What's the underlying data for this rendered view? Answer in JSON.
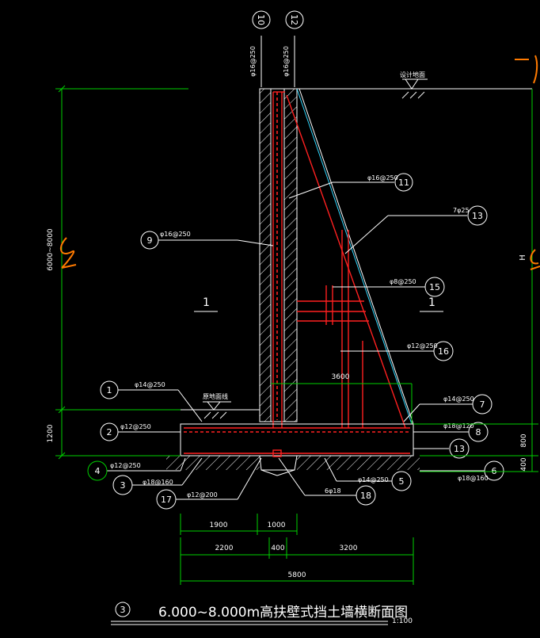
{
  "top_bubbles": [
    "10",
    "12"
  ],
  "top_notes": [
    "φ16@250",
    "φ16@250"
  ],
  "ground_top": "设计地面",
  "ground_low": "原地面线",
  "section_marks": [
    "1",
    "1"
  ],
  "bubbles": [
    {
      "n": "11",
      "note": "φ16@250"
    },
    {
      "n": "13",
      "note": "7φ25"
    },
    {
      "n": "9",
      "note": "φ16@250"
    },
    {
      "n": "15",
      "note": "φ8@250"
    },
    {
      "n": "16",
      "note": "φ12@250"
    },
    {
      "n": "1",
      "note": "φ14@250"
    },
    {
      "n": "7",
      "note": "φ14@250"
    },
    {
      "n": "2",
      "note": "φ12@250"
    },
    {
      "n": "8",
      "note": "φ18@120"
    },
    {
      "n": "13",
      "note": ""
    },
    {
      "n": "4",
      "note": "φ12@250"
    },
    {
      "n": "6",
      "note": "φ18@160"
    },
    {
      "n": "3",
      "note": "φ18@160"
    },
    {
      "n": "5",
      "note": "φ14@250"
    },
    {
      "n": "17",
      "note": "φ12@200"
    },
    {
      "n": "18",
      "note": "6φ18"
    }
  ],
  "dims": {
    "left_height": "6000~8000",
    "left_base": "1200",
    "rib_len": "3600",
    "right_h": "H",
    "right_800": "800",
    "right_400": "400",
    "row1": [
      "1900",
      "1000"
    ],
    "row2": [
      "2200",
      "400",
      "3200"
    ],
    "total": "5800"
  },
  "title": {
    "num": "3",
    "text": "6.000~8.000m高扶壁式挡土墙横断面图",
    "scale": "1:100"
  },
  "colors": {
    "line": "#ffffff",
    "dim": "#00d000",
    "rebar": "#ff2020",
    "cyan": "#30d8ff",
    "handwriting": "#ff7a00"
  }
}
